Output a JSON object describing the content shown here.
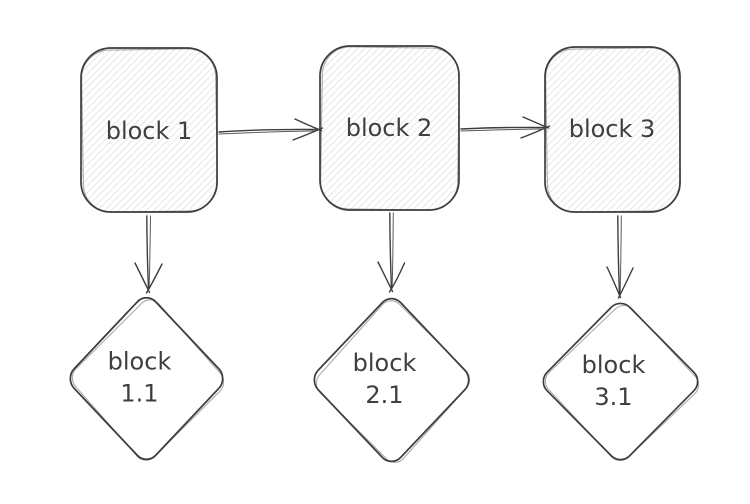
{
  "diagram": {
    "type": "flowchart",
    "style": "hand-drawn",
    "colors": {
      "background": "#ffffff",
      "stroke": "#3d3d3d",
      "text": "#3f3f3f",
      "hachure_fill_lines": "#e7e7e7",
      "diamond_fill": "#ffffff"
    },
    "nodes": [
      {
        "id": "block-1",
        "shape": "rounded-rectangle",
        "label": "block 1"
      },
      {
        "id": "block-2",
        "shape": "rounded-rectangle",
        "label": "block 2"
      },
      {
        "id": "block-3",
        "shape": "rounded-rectangle",
        "label": "block 3"
      },
      {
        "id": "block-1-1",
        "shape": "diamond",
        "label": "block 1.1",
        "label_lines": [
          "block",
          "1.1"
        ]
      },
      {
        "id": "block-2-1",
        "shape": "diamond",
        "label": "block 2.1",
        "label_lines": [
          "block",
          "2.1"
        ]
      },
      {
        "id": "block-3-1",
        "shape": "diamond",
        "label": "block 3.1",
        "label_lines": [
          "block",
          "3.1"
        ]
      }
    ],
    "edges": [
      {
        "from": "block 1",
        "to": "block 2",
        "direction": "right",
        "arrowhead": "open"
      },
      {
        "from": "block 2",
        "to": "block 3",
        "direction": "right",
        "arrowhead": "open"
      },
      {
        "from": "block 1",
        "to": "block 1.1",
        "direction": "down",
        "arrowhead": "open"
      },
      {
        "from": "block 2",
        "to": "block 2.1",
        "direction": "down",
        "arrowhead": "open"
      },
      {
        "from": "block 3",
        "to": "block 3.1",
        "direction": "down",
        "arrowhead": "open"
      }
    ]
  }
}
